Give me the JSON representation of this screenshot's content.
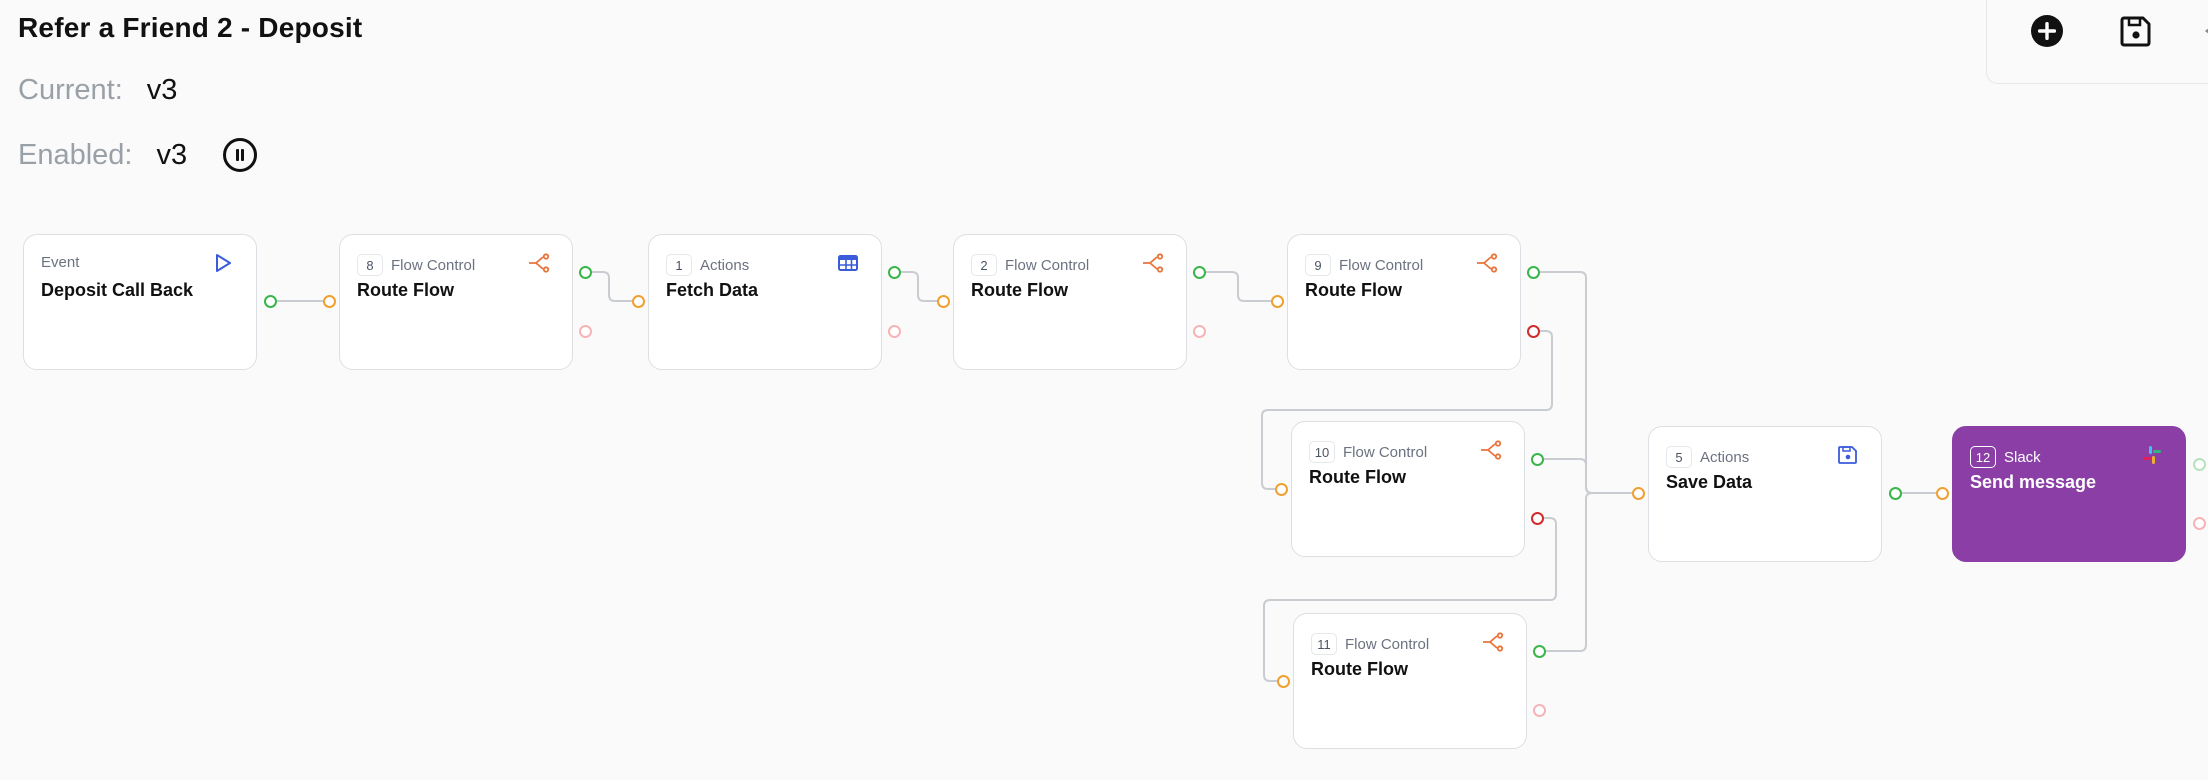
{
  "header": {
    "title": "Refer a Friend 2 - Deposit",
    "current_label": "Current:",
    "current_value": "v3",
    "enabled_label": "Enabled:",
    "enabled_value": "v3"
  },
  "toolbar": {
    "buttons": [
      "plus-circle-icon",
      "save-icon",
      "chevron-icon"
    ]
  },
  "nodes": [
    {
      "id": "event",
      "number": "",
      "category": "Event",
      "name": "Deposit Call Back",
      "icon": "play-icon"
    },
    {
      "id": "8",
      "number": "8",
      "category": "Flow Control",
      "name": "Route Flow",
      "icon": "branch-icon"
    },
    {
      "id": "1",
      "number": "1",
      "category": "Actions",
      "name": "Fetch Data",
      "icon": "table-icon"
    },
    {
      "id": "2",
      "number": "2",
      "category": "Flow Control",
      "name": "Route Flow",
      "icon": "branch-icon"
    },
    {
      "id": "9",
      "number": "9",
      "category": "Flow Control",
      "name": "Route Flow",
      "icon": "branch-icon"
    },
    {
      "id": "10",
      "number": "10",
      "category": "Flow Control",
      "name": "Route Flow",
      "icon": "branch-icon"
    },
    {
      "id": "11",
      "number": "11",
      "category": "Flow Control",
      "name": "Route Flow",
      "icon": "branch-icon"
    },
    {
      "id": "5",
      "number": "5",
      "category": "Actions",
      "name": "Save Data",
      "icon": "save-icon"
    },
    {
      "id": "12",
      "number": "12",
      "category": "Slack",
      "name": "Send message",
      "icon": "slack-icon"
    }
  ],
  "colors": {
    "accent_blue": "#3b5bdb",
    "flow_orange": "#e8743b",
    "slack_purple": "#8a3ea6",
    "port_success": "#3ab54a",
    "port_error": "#d12b2b",
    "port_input": "#f0a030"
  }
}
